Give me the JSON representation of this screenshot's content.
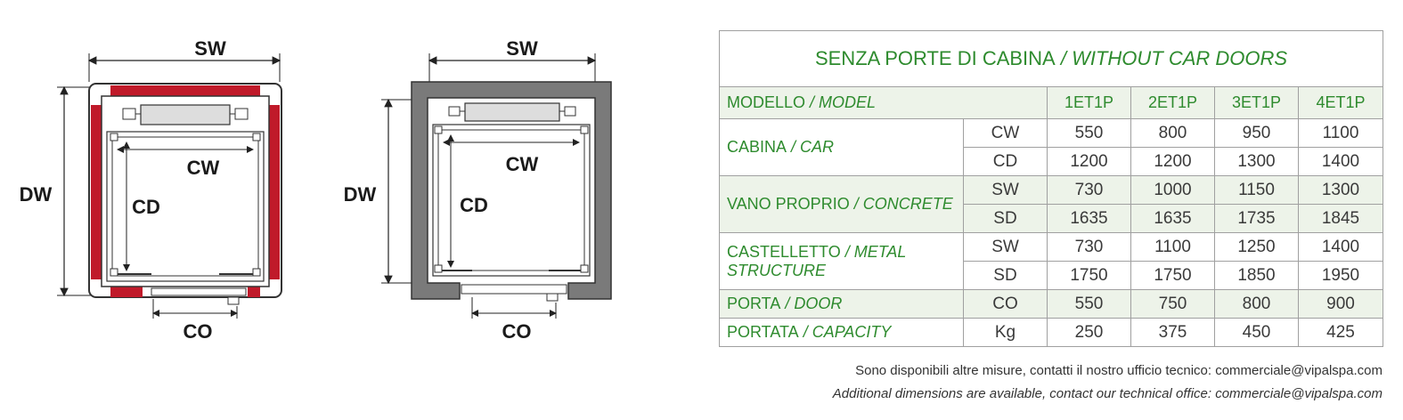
{
  "diagrams": [
    {
      "labels": {
        "sw": "SW",
        "dw": "DW",
        "cw": "CW",
        "cd": "CD",
        "co": "CO"
      },
      "wall_color": "#c01a2a"
    },
    {
      "labels": {
        "sw": "SW",
        "dw": "DW",
        "cw": "CW",
        "cd": "CD",
        "co": "CO"
      },
      "wall_color": "#7a7a7a"
    }
  ],
  "table": {
    "title_it": "SENZA PORTE DI CABINA",
    "title_en": " / WITHOUT CAR DOORS",
    "model_it": "MODELLO",
    "model_en": " / MODEL",
    "models": [
      "1ET1P",
      "2ET1P",
      "3ET1P",
      "4ET1P"
    ],
    "rows": [
      {
        "it": "CABINA",
        "en": " / CAR",
        "subs": [
          {
            "code": "CW",
            "values": [
              "550",
              "800",
              "950",
              "1100"
            ]
          },
          {
            "code": "CD",
            "values": [
              "1200",
              "1200",
              "1300",
              "1400"
            ]
          }
        ]
      },
      {
        "it": "VANO PROPRIO",
        "en": " / CONCRETE",
        "subs": [
          {
            "code": "SW",
            "values": [
              "730",
              "1000",
              "1150",
              "1300"
            ]
          },
          {
            "code": "SD",
            "values": [
              "1635",
              "1635",
              "1735",
              "1845"
            ]
          }
        ]
      },
      {
        "it": "CASTELLETTO",
        "en": " / METAL STRUCTURE",
        "subs": [
          {
            "code": "SW",
            "values": [
              "730",
              "1100",
              "1250",
              "1400"
            ]
          },
          {
            "code": "SD",
            "values": [
              "1750",
              "1750",
              "1850",
              "1950"
            ]
          }
        ]
      },
      {
        "it": "PORTA",
        "en": " / DOOR",
        "subs": [
          {
            "code": "CO",
            "values": [
              "550",
              "750",
              "800",
              "900"
            ]
          }
        ]
      },
      {
        "it": "PORTATA",
        "en": " / CAPACITY",
        "subs": [
          {
            "code": "Kg",
            "values": [
              "250",
              "375",
              "450",
              "425"
            ]
          }
        ]
      }
    ]
  },
  "notes": {
    "it": "Sono disponibili altre misure, contatti il nostro ufficio tecnico: commerciale@vipalspa.com",
    "en": "Additional dimensions are available, contact our technical office: commerciale@vipalspa.com"
  }
}
